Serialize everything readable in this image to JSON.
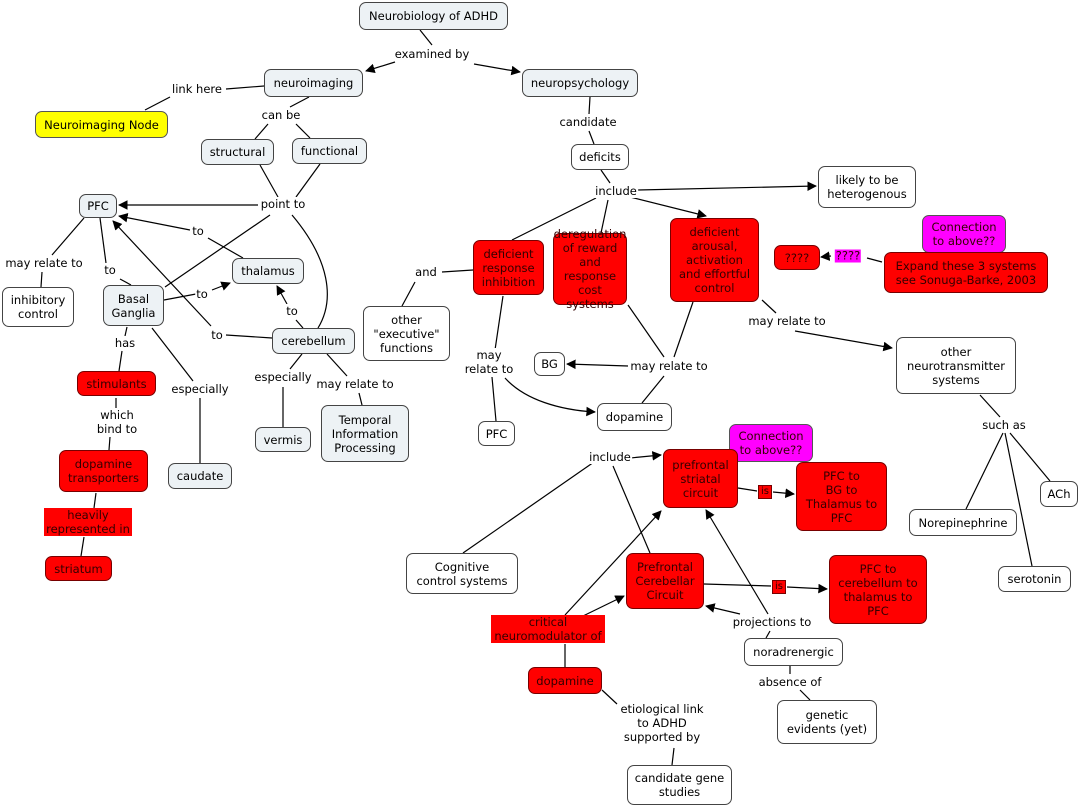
{
  "colors": {
    "concept": "#edf2f5",
    "highlight_red": "#ff0000",
    "link_node": "#ffff00",
    "question": "#ff00ff"
  },
  "concepts": {
    "title": "Neurobiology of ADHD",
    "neuroimaging": "neuroimaging",
    "neuropsychology": "neuropsychology",
    "neuroimaging_node": "Neuroimaging Node",
    "structural": "structural",
    "functional": "functional",
    "deficits": "deficits",
    "heterogenous": "likely to be\nheterogenous",
    "pfc": "PFC",
    "thalamus": "thalamus",
    "inhibitory_control": "inhibitory\ncontrol",
    "basal_ganglia": "Basal\nGanglia",
    "cerebellum": "cerebellum",
    "stimulants": "stimulants",
    "vermis": "vermis",
    "temporal": "Temporal\nInformation\nProcessing",
    "caudate": "caudate",
    "dat": "dopamine\ntransporters",
    "striatum": "striatum",
    "def_response": "deficient\nresponse\ninhibition",
    "dereg": "deregulation\nof reward and\nresponse cost\nsystems",
    "def_arousal": "deficient\narousal,\nactivation\nand effortful\ncontrol",
    "qmarks": "????",
    "connection1": "Connection\nto above??",
    "expand": "Expand these 3 systems\nsee Sonuga-Barke, 2003",
    "other_exec": "other\n\"executive\"\nfunctions",
    "bg": "BG",
    "dopamine1": "dopamine",
    "pfc2": "PFC",
    "other_nt": "other\nneurotransmitter\nsystems",
    "connection2": "Connection\nto above??",
    "ps_circuit": "prefrontal\nstriatal\ncircuit",
    "pfc_bg": "PFC to\nBG to\nThalamus to\nPFC",
    "ach": "ACh",
    "norepinephrine": "Norepinephrine",
    "cognitive": "Cognitive\ncontrol systems",
    "pc_circuit": "Prefrontal\nCerebellar\nCircuit",
    "pfc_cb": "PFC to\ncerebellum to\nthalamus to\nPFC",
    "serotonin": "serotonin",
    "dopamine2": "dopamine",
    "noradrenergic": "noradrenergic",
    "genetic": "genetic\nevidents (yet)",
    "candidate_gene": "candidate gene\nstudies"
  },
  "links": {
    "examined_by": "examined by",
    "link_here": "link here",
    "can_be": "can be",
    "candidate": "candidate",
    "include1": "include",
    "point_to": "point to",
    "may_relate_1": "may relate to",
    "to1": "to",
    "to2": "to",
    "to3": "to",
    "to4": "to",
    "to5": "to",
    "and": "and",
    "has": "has",
    "especially1": "especially",
    "especially2": "especially",
    "may_relate_2": "may relate to",
    "which_bind": "which\nbind to",
    "heavily": "heavily\nrepresented in",
    "may_relate_3": "may relate to",
    "may_relate_4": "may relate to",
    "may_relate_5": "may\nrelate to",
    "qmarks_link": "????",
    "such_as": "such as",
    "include2": "include",
    "is1": "is",
    "is2": "is",
    "critical": "critical\nneuromodulator of",
    "projections": "projections to",
    "absence": "absence of",
    "etiological": "etiological link\nto ADHD\nsupported by"
  }
}
